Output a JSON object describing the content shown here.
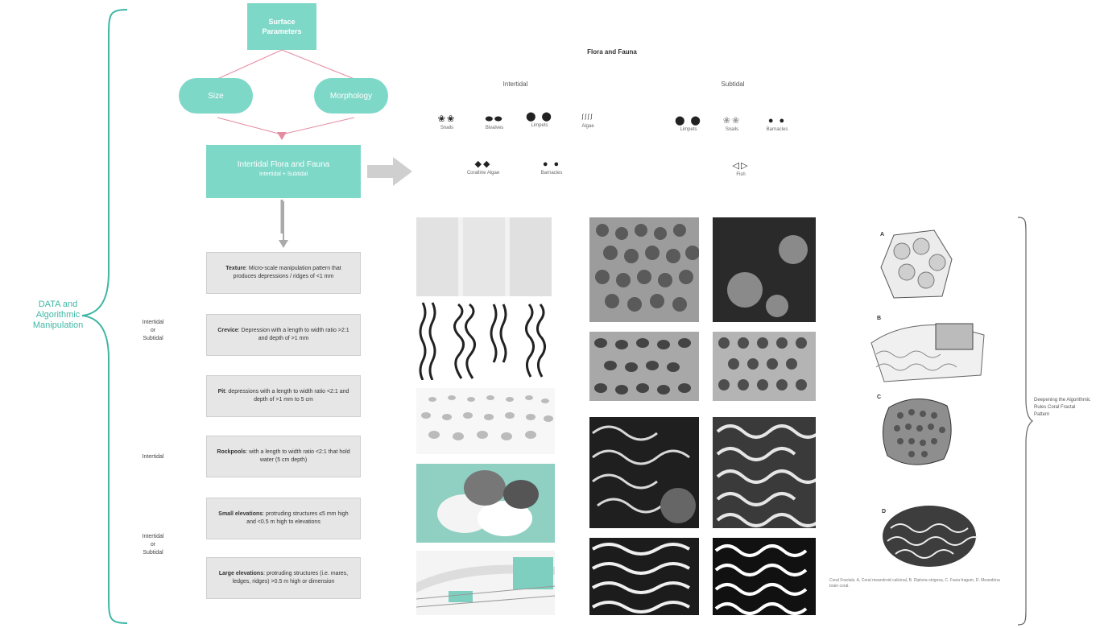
{
  "brace_label": "DATA and\nAlgorithmic\nManipulation",
  "flow": {
    "top_box": "Surface\nParameters",
    "pill_left": "Size",
    "pill_right": "Morphology",
    "main_title": "Intertidal Flora and Fauna",
    "main_sub": "Intertidal + Subtidal"
  },
  "definitions": [
    {
      "term": "Texture",
      "desc": ": Micro-scale manipulation pattern that produces depressions / ridges of <1 mm"
    },
    {
      "term": "Crevice",
      "desc": ": Depression with a length to width ratio >2:1 and depth of >1 mm"
    },
    {
      "term": "Pit",
      "desc": ": depressions with a length to width ratio <2:1 and depth of >1 mm to 5 cm"
    },
    {
      "term": "Rockpools",
      "desc": ": with a length to width ratio <2:1 that hold water (5 cm depth)"
    },
    {
      "term": "Small elevations",
      "desc": ": protruding structures ≤5 mm high and <0.5 m high to elevations"
    },
    {
      "term": "Large elevations",
      "desc": ": protruding structures (i.e. mares, ledges, ridges) >0.5 m high or dimension"
    }
  ],
  "side_labels": [
    "Intertidal\nor\nSubtidal",
    "Intertidal",
    "Intertidal\nor\nSubtidal"
  ],
  "flora_fauna": {
    "title": "Flora and Fauna",
    "intertidal": "Intertidal",
    "subtidal": "Subtidal",
    "intertidal_species": [
      "Snails",
      "Bivalves",
      "Limpets",
      "Algae",
      "Coralline Algae",
      "Barnacles"
    ],
    "subtidal_species": [
      "Limpets",
      "Snails",
      "Barnacles",
      "Fish"
    ]
  },
  "right_label": "Deepening the Algorithmic Rules Coral Fractal Pattern",
  "letters": [
    "A",
    "B",
    "C",
    "D"
  ],
  "caption": "Coral Fractals, A, Coral meandroid calicinal, B. Diploria strigosa, C. Favia fragum, D. Meandrina brain coral."
}
